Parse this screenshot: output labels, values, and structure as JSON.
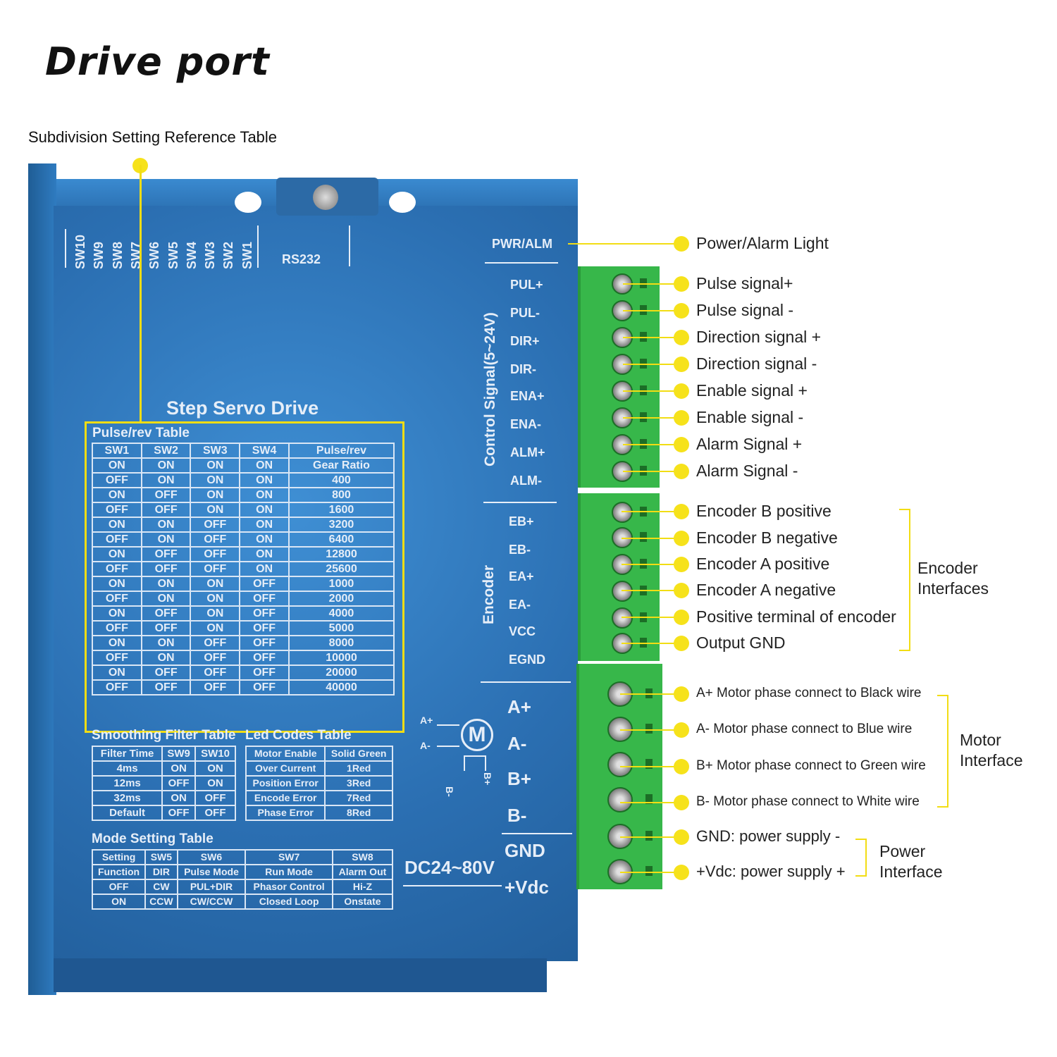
{
  "title": "Drive port",
  "reference_label": "Subdivision Setting Reference Table",
  "panel": {
    "switch_labels": [
      "SW10",
      "SW9",
      "SW8",
      "SW7",
      "SW6",
      "SW5",
      "SW4",
      "SW3",
      "SW2",
      "SW1"
    ],
    "rs232": "RS232",
    "pwr_alm": "PWR/ALM",
    "product_name": "Step Servo Drive",
    "control_signal_caption": "Control Signal(5~24V)",
    "encoder_caption": "Encoder",
    "control_pins": [
      "PUL+",
      "PUL-",
      "DIR+",
      "DIR-",
      "ENA+",
      "ENA-",
      "ALM+",
      "ALM-"
    ],
    "encoder_pins": [
      "EB+",
      "EB-",
      "EA+",
      "EA-",
      "VCC",
      "EGND"
    ],
    "motor_pins": [
      "A+",
      "A-",
      "B+",
      "B-"
    ],
    "power_pins": [
      "GND",
      "+Vdc"
    ],
    "voltage": "DC24~80V",
    "motor_symbol": "M",
    "motor_a_plus": "A+",
    "motor_a_minus": "A-",
    "motor_b_minus": "B-",
    "motor_b_plus": "B+"
  },
  "pulse_table": {
    "title": "Pulse/rev Table",
    "header": [
      "SW1",
      "SW2",
      "SW3",
      "SW4",
      "Pulse/rev"
    ],
    "rows": [
      [
        "ON",
        "ON",
        "ON",
        "ON",
        "Gear Ratio"
      ],
      [
        "OFF",
        "ON",
        "ON",
        "ON",
        "400"
      ],
      [
        "ON",
        "OFF",
        "ON",
        "ON",
        "800"
      ],
      [
        "OFF",
        "OFF",
        "ON",
        "ON",
        "1600"
      ],
      [
        "ON",
        "ON",
        "OFF",
        "ON",
        "3200"
      ],
      [
        "OFF",
        "ON",
        "OFF",
        "ON",
        "6400"
      ],
      [
        "ON",
        "OFF",
        "OFF",
        "ON",
        "12800"
      ],
      [
        "OFF",
        "OFF",
        "OFF",
        "ON",
        "25600"
      ],
      [
        "ON",
        "ON",
        "ON",
        "OFF",
        "1000"
      ],
      [
        "OFF",
        "ON",
        "ON",
        "OFF",
        "2000"
      ],
      [
        "ON",
        "OFF",
        "ON",
        "OFF",
        "4000"
      ],
      [
        "OFF",
        "OFF",
        "ON",
        "OFF",
        "5000"
      ],
      [
        "ON",
        "ON",
        "OFF",
        "OFF",
        "8000"
      ],
      [
        "OFF",
        "ON",
        "OFF",
        "OFF",
        "10000"
      ],
      [
        "ON",
        "OFF",
        "OFF",
        "OFF",
        "20000"
      ],
      [
        "OFF",
        "OFF",
        "OFF",
        "OFF",
        "40000"
      ]
    ]
  },
  "smoothing_table": {
    "title": "Smoothing Filter Table",
    "header": [
      "Filter Time",
      "SW9",
      "SW10"
    ],
    "rows": [
      [
        "4ms",
        "ON",
        "ON"
      ],
      [
        "12ms",
        "OFF",
        "ON"
      ],
      [
        "32ms",
        "ON",
        "OFF"
      ],
      [
        "Default",
        "OFF",
        "OFF"
      ]
    ]
  },
  "led_table": {
    "title": "Led Codes Table",
    "rows": [
      [
        "Motor Enable",
        "Solid Green"
      ],
      [
        "Over Current",
        "1Red"
      ],
      [
        "Position Error",
        "3Red"
      ],
      [
        "Encode Error",
        "7Red"
      ],
      [
        "Phase Error",
        "8Red"
      ]
    ]
  },
  "mode_table": {
    "title": "Mode Setting Table",
    "rows": [
      [
        "Setting",
        "SW5",
        "SW6",
        "SW7",
        "SW8"
      ],
      [
        "Function",
        "DIR",
        "Pulse Mode",
        "Run Mode",
        "Alarm Out"
      ],
      [
        "OFF",
        "CW",
        "PUL+DIR",
        "Phasor Control",
        "Hi-Z"
      ],
      [
        "ON",
        "CCW",
        "CW/CCW",
        "Closed Loop",
        "Onstate"
      ]
    ]
  },
  "callouts": {
    "power_alarm_light": "Power/Alarm Light",
    "control": [
      "Pulse signal+",
      "Pulse signal -",
      "Direction signal +",
      "Direction signal -",
      "Enable signal +",
      "Enable signal -",
      "Alarm Signal +",
      "Alarm Signal -"
    ],
    "encoder": [
      "Encoder B positive",
      "Encoder B negative",
      "Encoder A positive",
      "Encoder A negative",
      "Positive terminal of encoder",
      "Output GND"
    ],
    "motor": [
      "A+ Motor phase connect to Black wire",
      "A- Motor phase connect to Blue wire",
      "B+ Motor phase connect to Green wire",
      "B- Motor phase connect to White wire"
    ],
    "power": [
      "GND: power supply -",
      "+Vdc: power supply +"
    ]
  },
  "groups": {
    "encoder_line1": "Encoder",
    "encoder_line2": "Interfaces",
    "motor_line1": "Motor",
    "motor_line2": "Interface",
    "power_line1": "Power",
    "power_line2": "Interface"
  },
  "colors": {
    "accent_yellow": "#f6e21b",
    "drive_blue": "#2b6fb2",
    "terminal_green": "#37b74a"
  }
}
